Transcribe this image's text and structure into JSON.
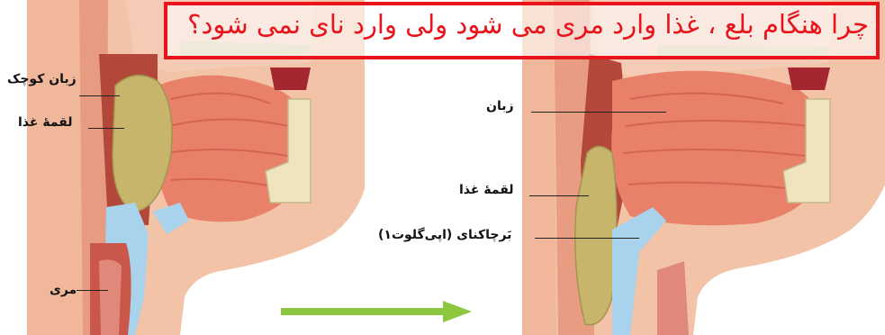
{
  "question": "چرا هنگام بلع ، غذا وارد مری می شود ولی وارد نای نمی شود؟",
  "left_labels": {
    "uvula": "زبان کوچک",
    "food_bolus": "لقمهٔ غذا",
    "esophagus": "مری"
  },
  "right_labels": {
    "tongue": "زبان",
    "food_bolus": "لقمهٔ غذا",
    "epiglottis": "بَرچاکنای (اپی‌گلوت۱)"
  },
  "colors": {
    "question_red": "#e8131b",
    "arrow_green": "#8dc63f",
    "muscle": "#e8806a",
    "skin": "#f3c3a8",
    "bolus": "#c6b56a",
    "airway_blue": "#a9d2ec"
  }
}
